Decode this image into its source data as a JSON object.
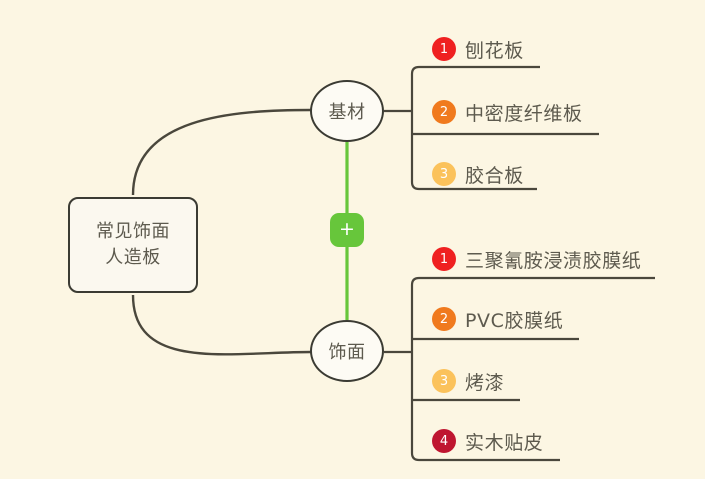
{
  "theme": {
    "background": "#fcf6e3",
    "node_stroke": "#3b3b33",
    "text_color": "#5d5a4e",
    "connector_color": "#4a473c",
    "accent_green": "#67c63b"
  },
  "root": {
    "lines": [
      "常见饰面",
      "人造板"
    ]
  },
  "collapse_button": {
    "icon": "plus-icon",
    "label": "+"
  },
  "branches": [
    {
      "label": "基材",
      "items": [
        {
          "number": "1",
          "label": "刨花板",
          "color": "#ef2020"
        },
        {
          "number": "2",
          "label": "中密度纤维板",
          "color": "#f07a1e"
        },
        {
          "number": "3",
          "label": "胶合板",
          "color": "#fbc25b"
        }
      ]
    },
    {
      "label": "饰面",
      "items": [
        {
          "number": "1",
          "label": "三聚氰胺浸渍胶膜纸",
          "color": "#ef2020"
        },
        {
          "number": "2",
          "label": "PVC胶膜纸",
          "color": "#f07a1e"
        },
        {
          "number": "3",
          "label": "烤漆",
          "color": "#fbc25b"
        },
        {
          "number": "4",
          "label": "实木贴皮",
          "color": "#bf1630"
        }
      ]
    }
  ]
}
